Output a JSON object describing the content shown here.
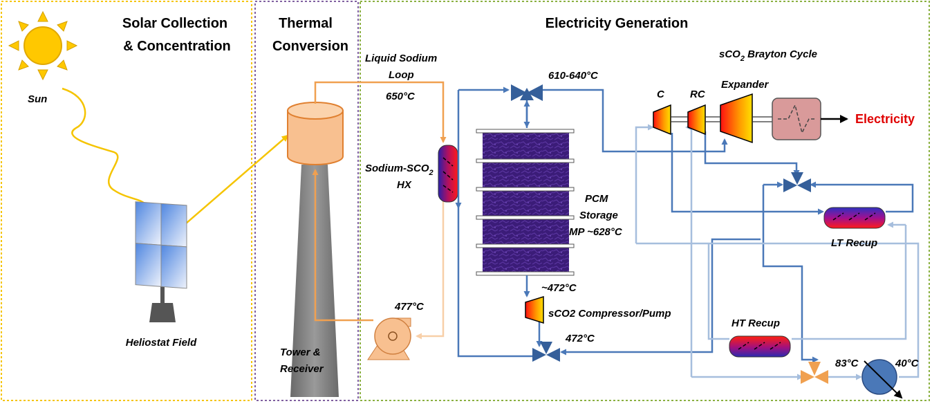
{
  "panels": {
    "solar": {
      "title_line1": "Solar Collection",
      "title_line2": "& Concentration"
    },
    "thermal": {
      "title_line1": "Thermal",
      "title_line2": "Conversion"
    },
    "electric": {
      "title": "Electricity Generation"
    }
  },
  "labels": {
    "sun": "Sun",
    "heliostat": "Heliostat Field",
    "tower_line1": "Tower &",
    "tower_line2": "Receiver",
    "sodium_loop_line1": "Liquid Sodium",
    "sodium_loop_line2": "Loop",
    "temp_650": "650°C",
    "hx_line1": "Sodium-SCO",
    "hx_sub": "2",
    "hx_line2": "HX",
    "temp_477": "477°C",
    "temp_610_640": "610-640°C",
    "pcm_line1": "PCM",
    "pcm_line2": "Storage",
    "pcm_line3": "MP ~628°C",
    "temp_472_approx": "~472°C",
    "compressor_pump": "sCO2 Compressor/Pump",
    "temp_472": "472°C",
    "brayton_pre": "sCO",
    "brayton_sub": "2",
    "brayton_post": " Brayton Cycle",
    "c": "C",
    "rc": "RC",
    "expander": "Expander",
    "electricity": "Electricity",
    "lt_recup": "LT Recup",
    "ht_recup": "HT Recup",
    "temp_83": "83°C",
    "temp_40": "40°C"
  },
  "colors": {
    "solar_border": "#f5c400",
    "thermal_border": "#8060a0",
    "electric_border": "#8ab040",
    "sun": "#ffc800",
    "sodium_hot": "#f0a050",
    "sodium_cold": "#f8cfa8",
    "co2_hot": "#4a78b8",
    "co2_cold": "#a6bedd",
    "pcm": "#3a1d78",
    "electricity": "#e00000"
  }
}
